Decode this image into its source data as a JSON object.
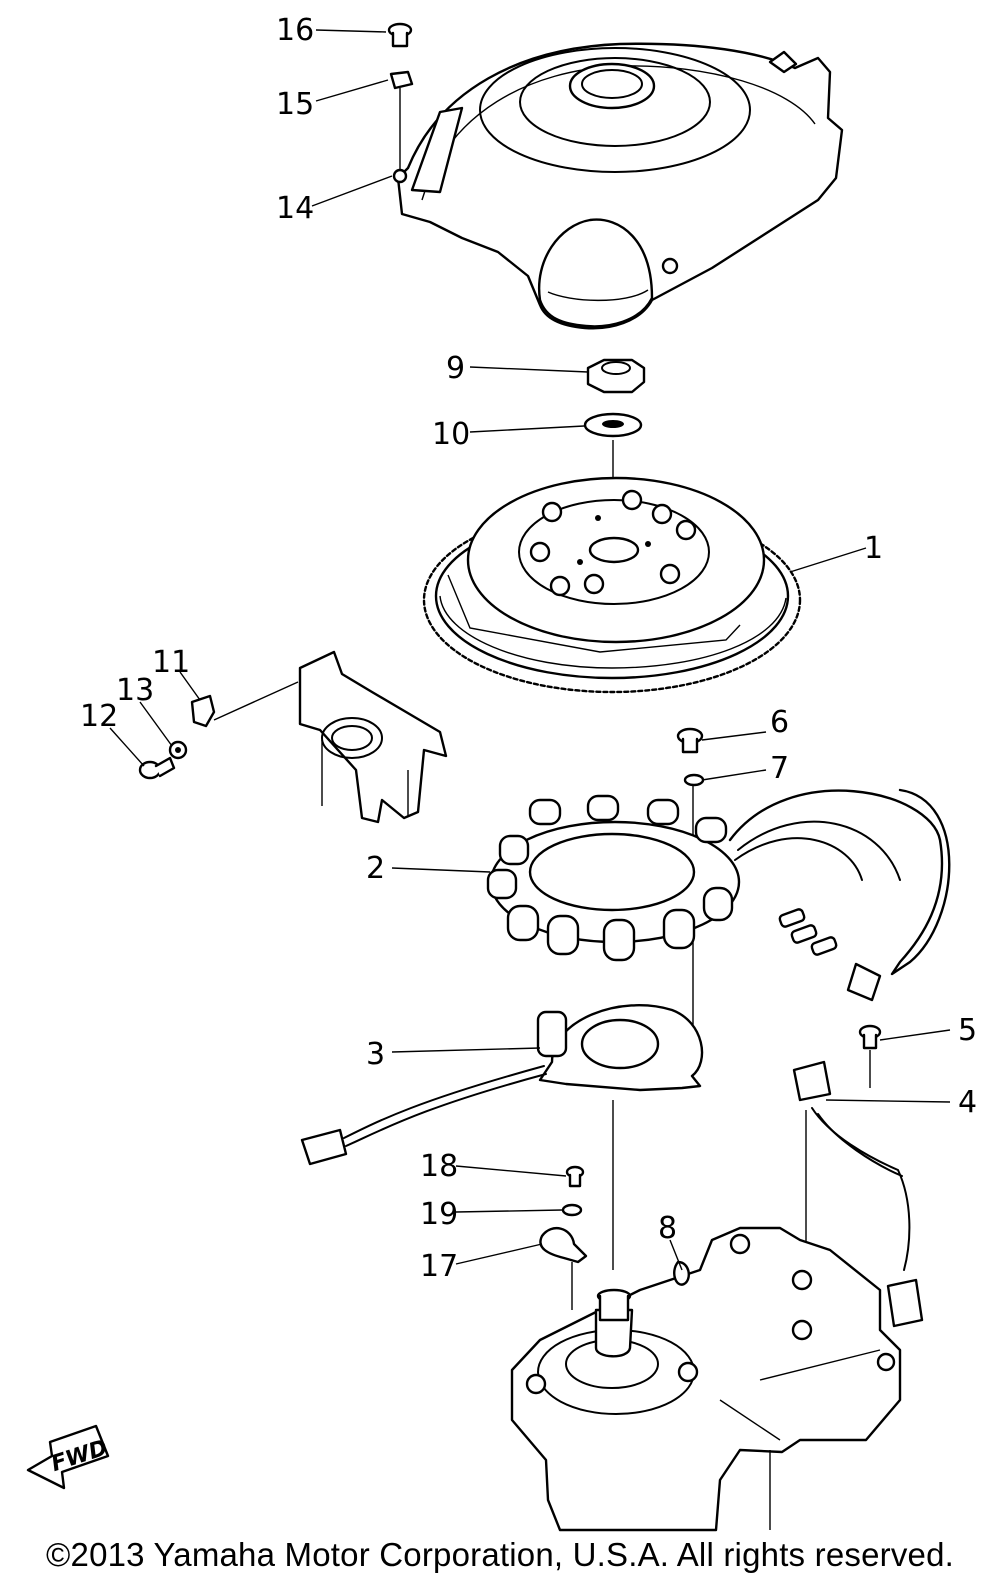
{
  "figure": {
    "callouts": [
      "1",
      "2",
      "3",
      "4",
      "5",
      "6",
      "7",
      "8",
      "9",
      "10",
      "11",
      "12",
      "13",
      "14",
      "15",
      "16",
      "17",
      "18",
      "19"
    ],
    "direction_label": "FWD",
    "copyright": "©2013 Yamaha Motor Corporation, U.S.A. All rights reserved."
  }
}
